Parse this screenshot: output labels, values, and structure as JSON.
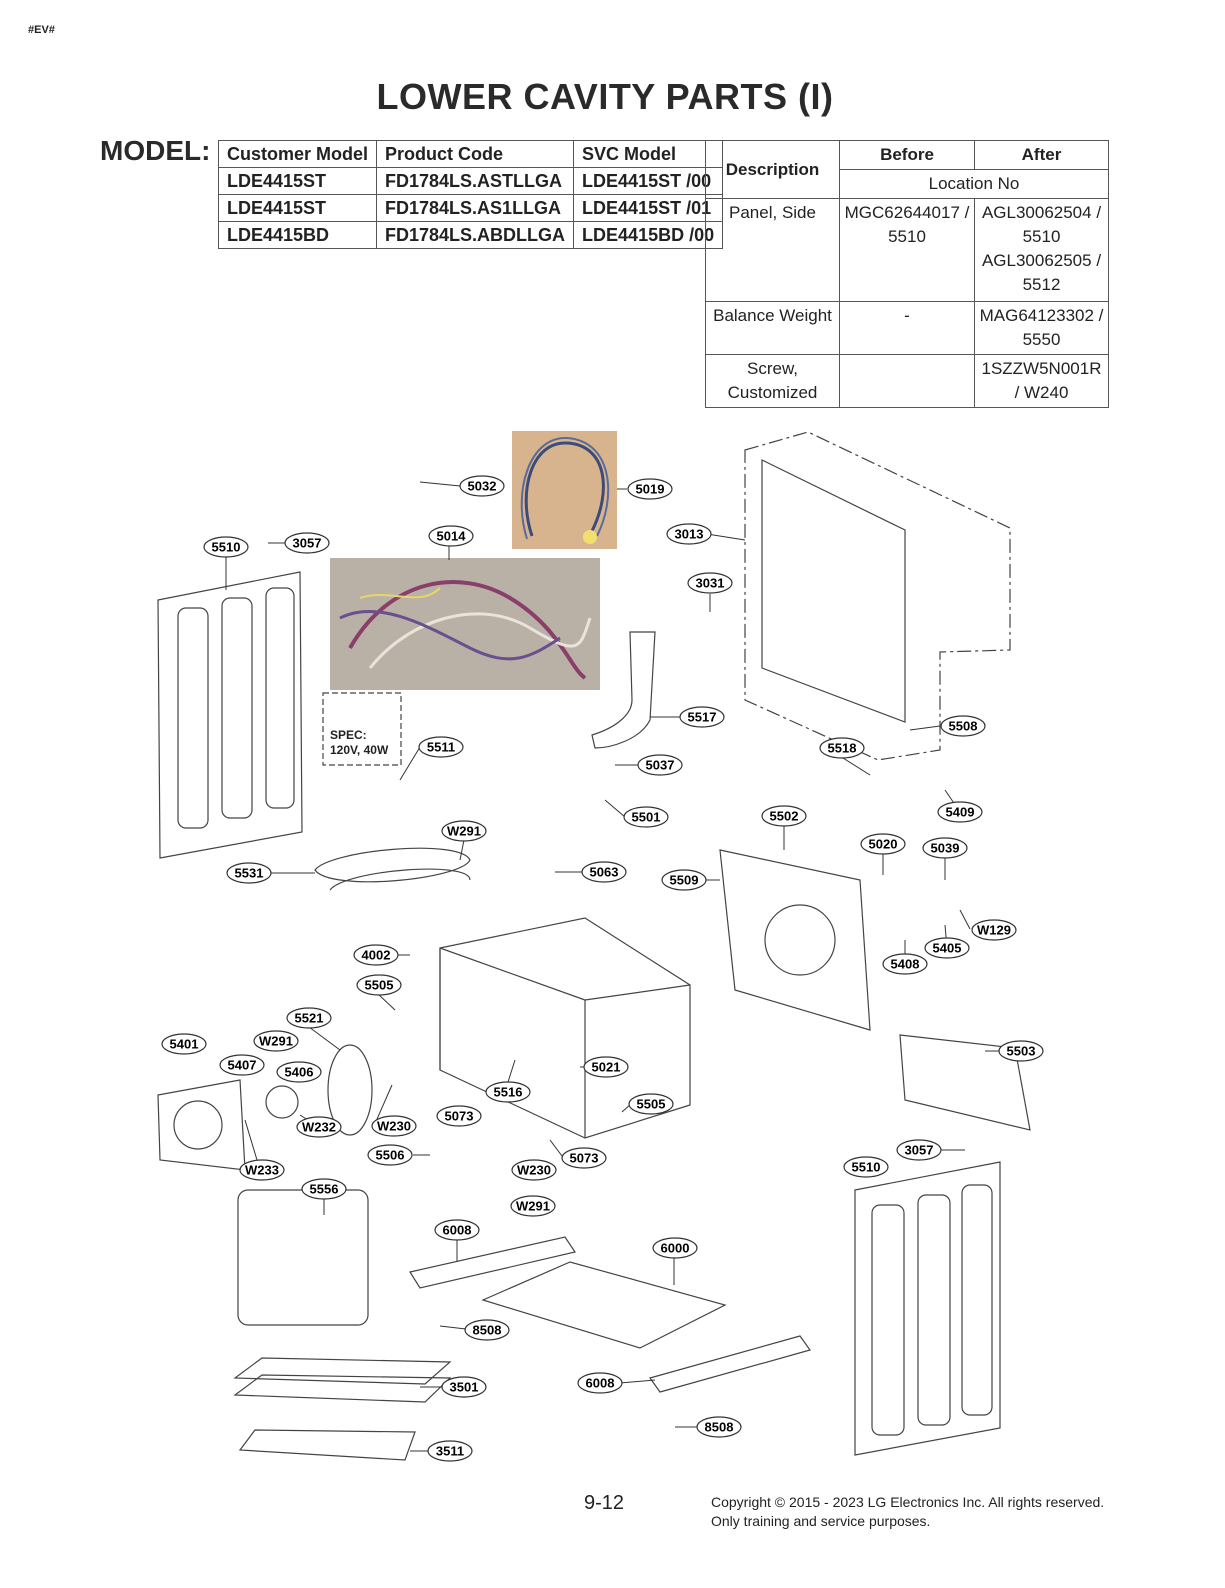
{
  "header": {
    "tag": "#EV#",
    "title": "LOWER CAVITY PARTS (I)",
    "model_label": "MODEL:"
  },
  "model_table": {
    "headers": [
      "Customer Model",
      "Product Code",
      "SVC Model"
    ],
    "rows": [
      [
        "LDE4415ST",
        "FD1784LS.ASTLLGA",
        "LDE4415ST /00"
      ],
      [
        "LDE4415ST",
        "FD1784LS.AS1LLGA",
        "LDE4415ST /01"
      ],
      [
        "LDE4415BD",
        "FD1784LS.ABDLLGA",
        "LDE4415BD /00"
      ]
    ]
  },
  "change_table": {
    "headers": [
      "Description",
      "Before",
      "After"
    ],
    "subheader": "Location No",
    "rows": [
      {
        "desc": "Panel, Side",
        "before": "MGC62644017 / 5510",
        "after": "AGL30062504 / 5510 AGL30062505 / 5512"
      },
      {
        "desc": "Balance Weight",
        "before": "-",
        "after": "MAG64123302 / 5550"
      },
      {
        "desc": "Screw, Customized",
        "before": "",
        "after": "1SZZW5N001R / W240"
      }
    ]
  },
  "spec_box": {
    "line1": "SPEC:",
    "line2": "120V, 40W"
  },
  "callouts": [
    "5032",
    "5019",
    "5014",
    "3013",
    "5510",
    "3057",
    "3031",
    "5517",
    "5508",
    "5511",
    "5037",
    "5518",
    "5501",
    "5502",
    "5409",
    "W291",
    "5020",
    "5039",
    "5531",
    "5063",
    "5509",
    "W129",
    "4002",
    "5405",
    "5408",
    "5505",
    "5521",
    "5503",
    "5401",
    "W291",
    "5407",
    "5406",
    "5021",
    "5516",
    "5505",
    "W232",
    "W230",
    "5073",
    "W233",
    "5506",
    "5073",
    "W230",
    "3057",
    "5510",
    "5556",
    "W291",
    "6008",
    "6000",
    "8508",
    "3501",
    "6008",
    "8508",
    "3511"
  ],
  "footer": {
    "page": "9-12",
    "copyright_line1": "Copyright © 2015 - 2023 LG Electronics Inc. All rights reserved.",
    "copyright_line2": "Only training and service purposes."
  }
}
